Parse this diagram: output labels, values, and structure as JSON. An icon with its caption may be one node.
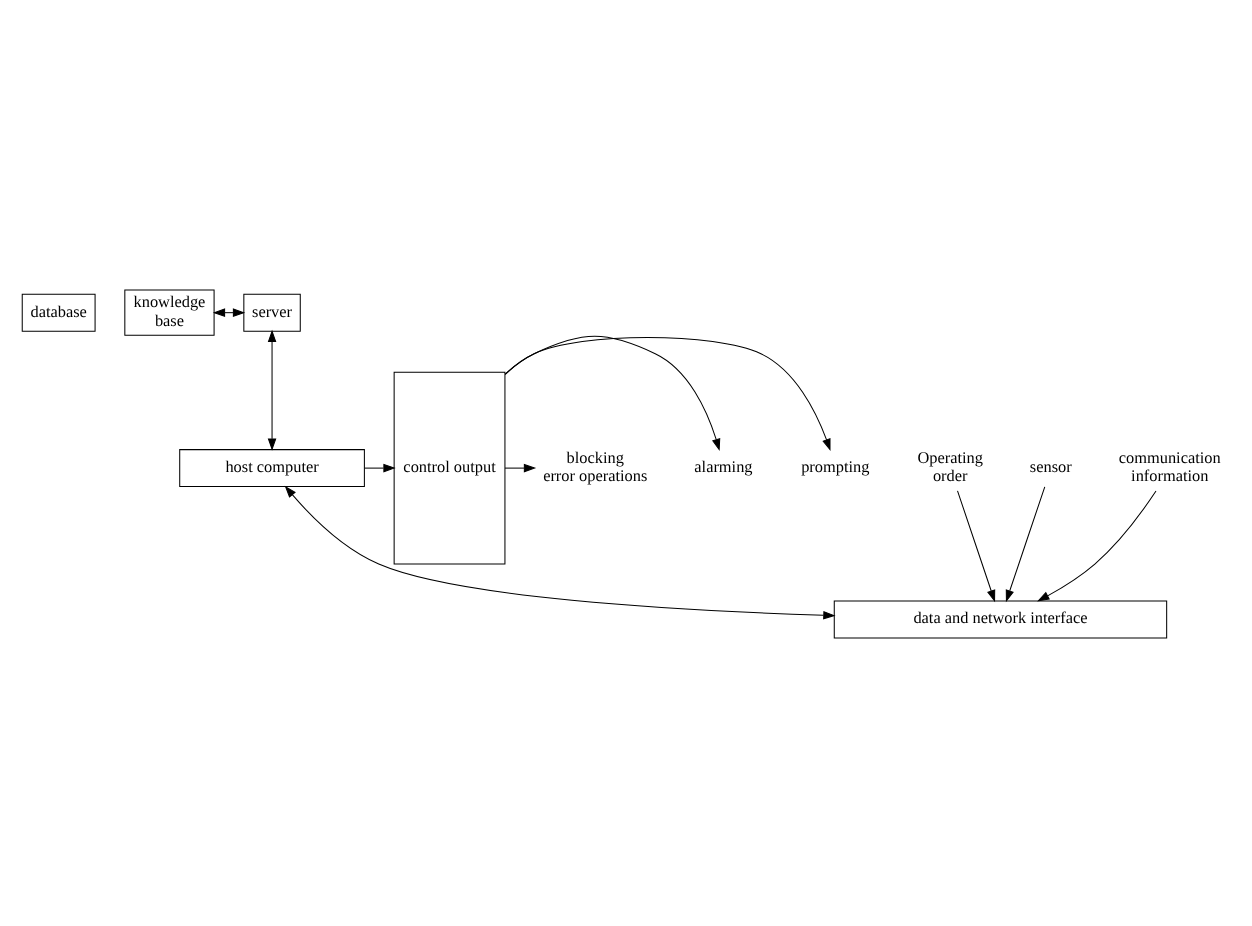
{
  "diagram": {
    "nodes": [
      {
        "text": [
          "database"
        ]
      },
      {
        "text": [
          "knowledge base"
        ]
      },
      {
        "text": [
          "server"
        ]
      },
      {
        "text": [
          "host computer"
        ]
      },
      {
        "text": [
          "control output"
        ]
      },
      {
        "text": [
          "prompting"
        ]
      },
      {
        "text": [
          "alarming"
        ]
      },
      {
        "text": [
          "blocking error operations"
        ]
      },
      {
        "text": [
          "data and network interface"
        ]
      },
      {
        "text": [
          "Operating order"
        ]
      },
      {
        "text": [
          "sensor"
        ]
      },
      {
        "text": [
          "communication information"
        ]
      }
    ],
    "edges": [
      {
        "from": 1,
        "to": 2,
        "arrow": "both"
      },
      {
        "from": 2,
        "to": 3,
        "arrow": "both"
      },
      {
        "from": 3,
        "to": 4,
        "arrow": "to"
      },
      {
        "from": 4,
        "to": 5,
        "arrow": "to"
      },
      {
        "from": 4,
        "to": 6,
        "arrow": "to"
      },
      {
        "from": 4,
        "to": 7,
        "arrow": "to"
      },
      {
        "from": 3,
        "to": 8,
        "arrow": "both"
      },
      {
        "from": 9,
        "to": 8,
        "arrow": "to"
      },
      {
        "from": 10,
        "to": 8,
        "arrow": "to"
      },
      {
        "from": 11,
        "to": 8,
        "arrow": "to"
      }
    ]
  }
}
